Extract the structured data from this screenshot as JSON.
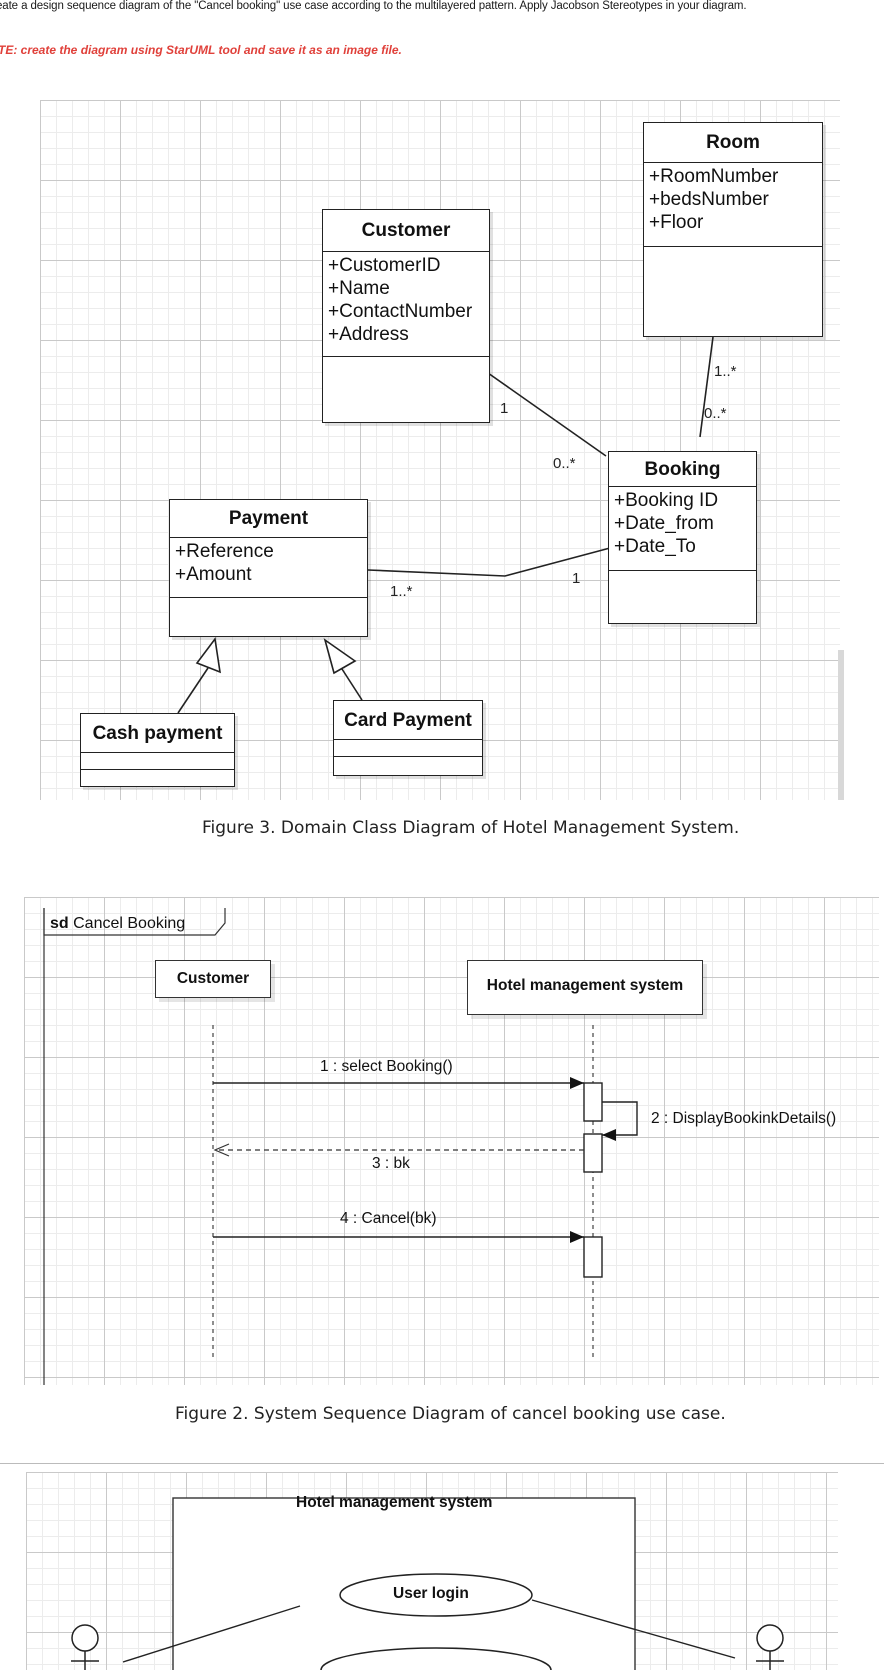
{
  "header": {
    "instruction": "eate a design sequence diagram of the \"Cancel booking\" use case according to the multilayered pattern. Apply Jacobson Stereotypes in your diagram.",
    "note": "TE: create the diagram using StarUML tool and save it as an image file."
  },
  "class_diagram": {
    "caption": "Figure 3. Domain Class Diagram of Hotel Management System.",
    "classes": {
      "customer": {
        "name": "Customer",
        "attributes": [
          "+CustomerID",
          "+Name",
          "+ContactNumber",
          "+Address"
        ]
      },
      "room": {
        "name": "Room",
        "attributes": [
          "+RoomNumber",
          "+bedsNumber",
          "+Floor"
        ]
      },
      "booking": {
        "name": "Booking",
        "attributes": [
          "+Booking ID",
          "+Date_from",
          "+Date_To"
        ]
      },
      "payment": {
        "name": "Payment",
        "attributes": [
          "+Reference",
          "+Amount"
        ]
      },
      "cash_payment": {
        "name": "Cash payment"
      },
      "card_payment": {
        "name": "Card Payment"
      }
    },
    "multiplicities": {
      "customer_end": "1",
      "booking_customer_end": "0..*",
      "room_end": "1..*",
      "booking_room_end": "0..*",
      "booking_payment_end": "1",
      "payment_end": "1..*"
    }
  },
  "sequence_diagram": {
    "frame_keyword": "sd",
    "frame_title": "Cancel Booking",
    "caption": "Figure 2. System Sequence Diagram of cancel booking use case.",
    "lifelines": {
      "actor": "Customer",
      "system": "Hotel management system"
    },
    "messages": {
      "m1": "1 : select Booking()",
      "m2": "2 : DisplayBookinkDetails()",
      "m3": "3 : bk",
      "m4": "4 : Cancel(bk)"
    }
  },
  "use_case_diagram": {
    "system_name": "Hotel management system",
    "use_cases": {
      "user_login": "User login"
    }
  },
  "colors": {
    "note": "#e0403a",
    "line": "#222222"
  }
}
